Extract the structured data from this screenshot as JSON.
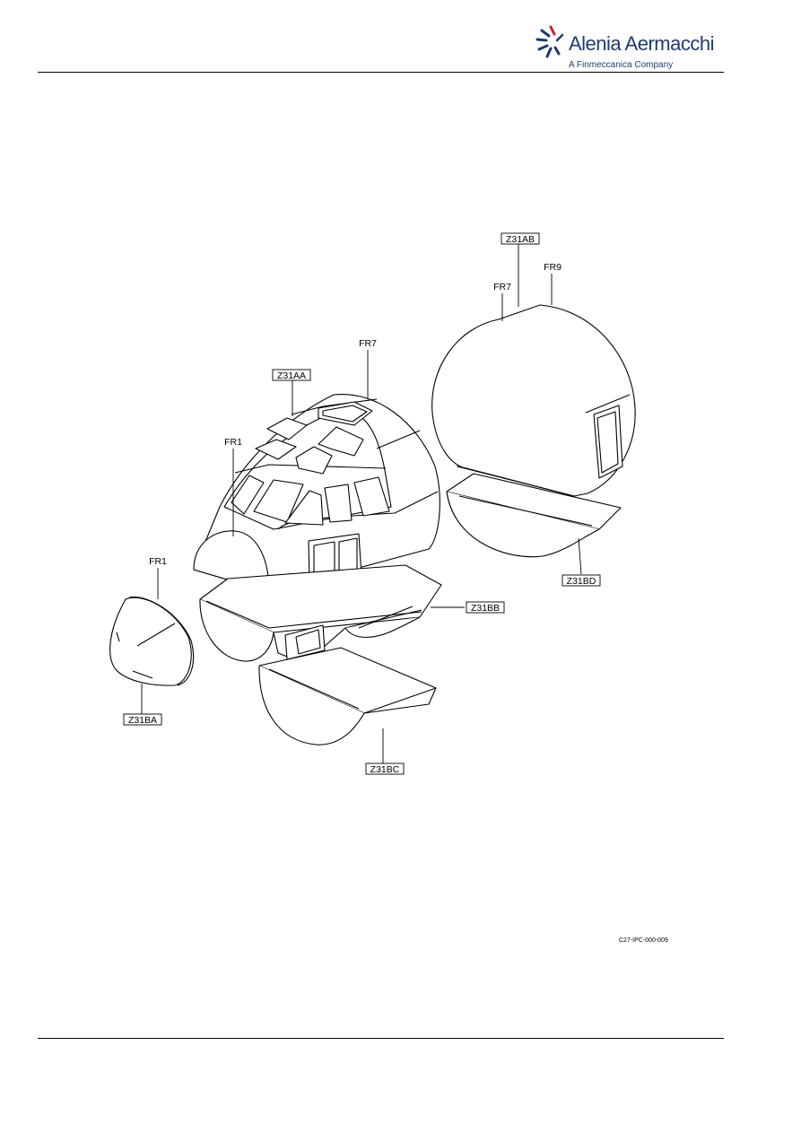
{
  "header": {
    "brand_name": "Alenia Aermacchi",
    "brand_tagline": "A Finmeccanica Company",
    "brand_color": "#1f3b6e",
    "accent_color": "#c8202f"
  },
  "figure": {
    "zone_labels": {
      "z31aa": "Z31AA",
      "z31ab": "Z31AB",
      "z31ba": "Z31BA",
      "z31bb": "Z31BB",
      "z31bc": "Z31BC",
      "z31bd": "Z31BD"
    },
    "frame_labels": {
      "fr1_top": "FR1",
      "fr1_cone": "FR1",
      "fr7_cockpit": "FR7",
      "fr7_section": "FR7",
      "fr9": "FR9"
    },
    "reference": "C27-IPC-000-009"
  }
}
